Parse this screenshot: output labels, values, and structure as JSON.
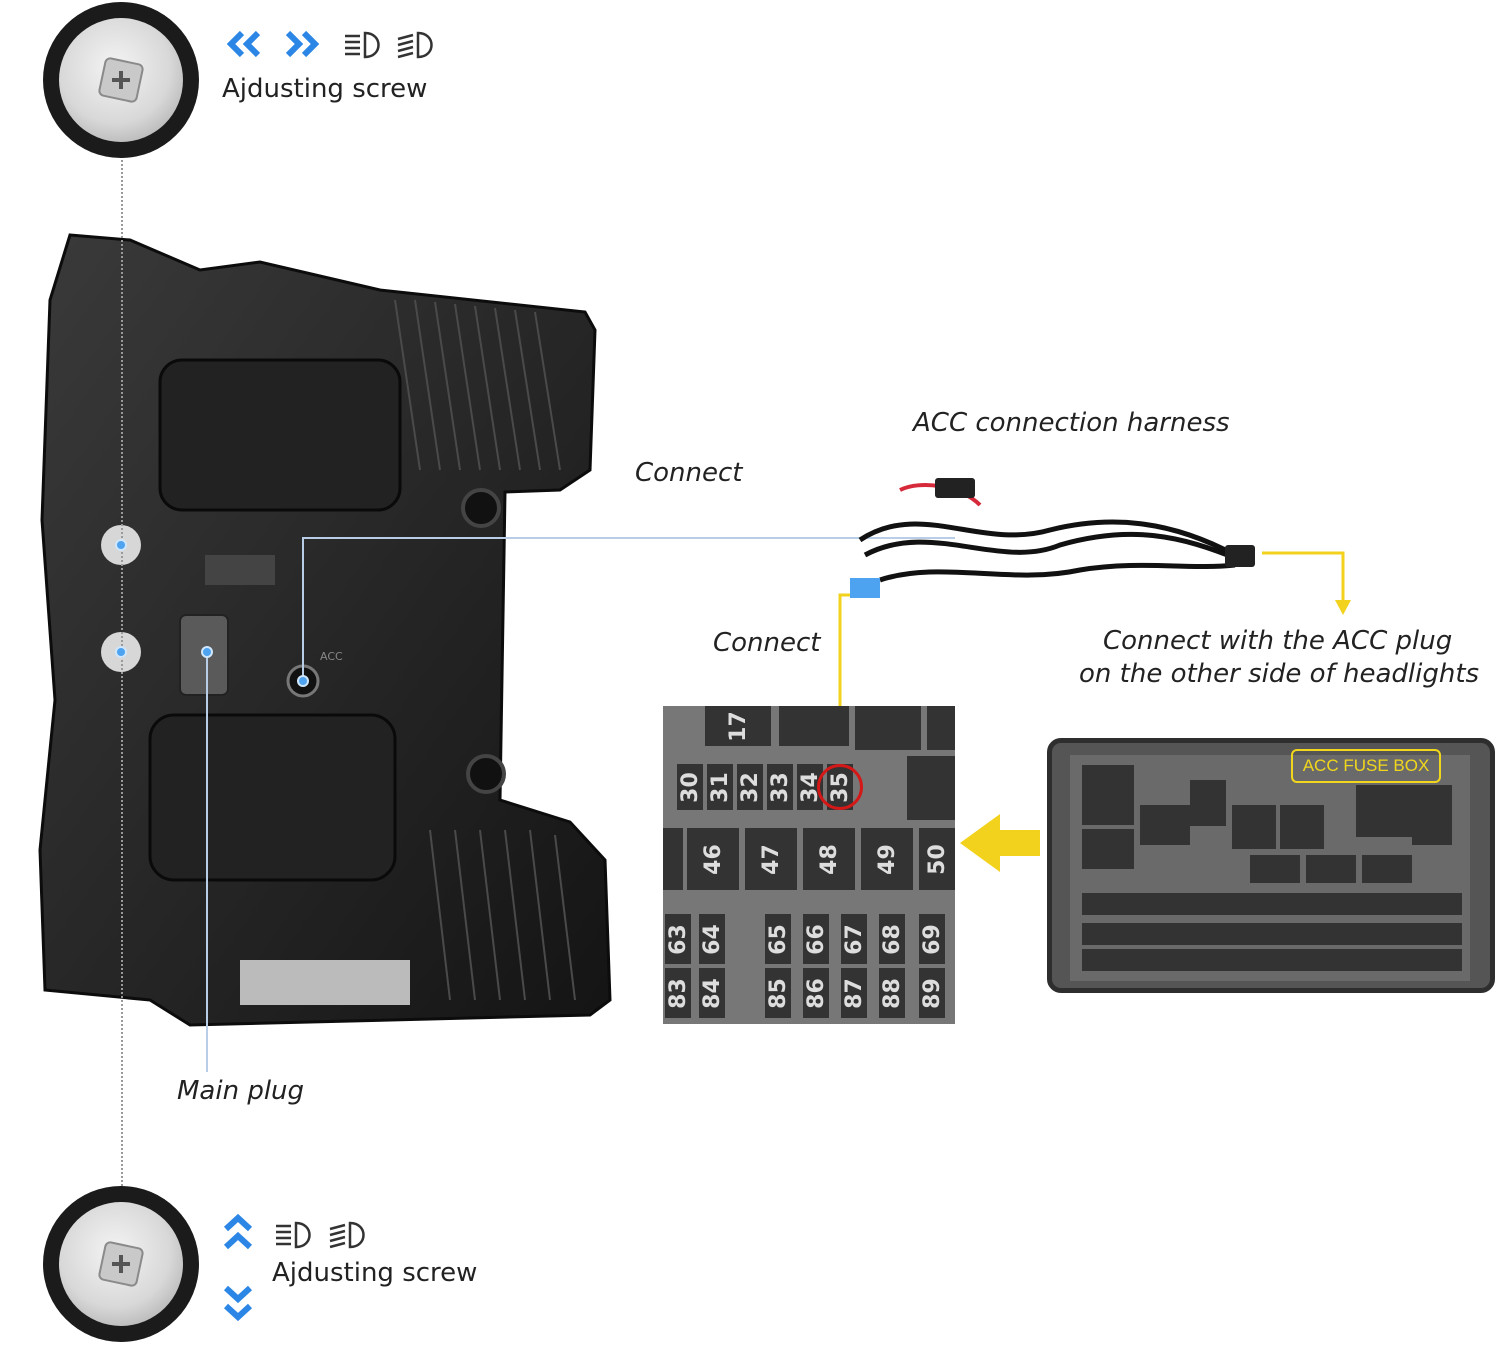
{
  "top_adjust": {
    "label": "Ajdusting screw"
  },
  "bottom_adjust": {
    "label": "Ajdusting screw"
  },
  "labels": {
    "connect_harness": "Connect",
    "connect_fuse": "Connect",
    "harness": "ACC connection harness",
    "acc_plug_line1": "Connect with the ACC plug",
    "acc_plug_line2": "on the other side of headlights",
    "main_plug": "Main plug",
    "fuse_box_title": "ACC FUSE BOX",
    "housing_acc": "ACC"
  },
  "fuse_zoom": {
    "row1": [
      "30",
      "31",
      "32",
      "33",
      "34",
      "35"
    ],
    "row2": [
      "46",
      "47",
      "48",
      "49",
      "50"
    ],
    "row3": [
      "63",
      "64",
      "65",
      "66",
      "67",
      "68",
      "69"
    ],
    "row4": [
      "83",
      "84",
      "85",
      "86",
      "87",
      "88",
      "89"
    ],
    "top_partial": "17",
    "highlighted": "35"
  },
  "colors": {
    "accent_blue": "#2b86e6",
    "arrow_yellow": "#f2d21c",
    "highlight_red": "#d41818"
  },
  "icons": [
    "chevrons-left-icon",
    "chevrons-right-icon",
    "chevron-up-icon",
    "chevron-down-icon",
    "low-beam-icon",
    "high-beam-icon"
  ]
}
